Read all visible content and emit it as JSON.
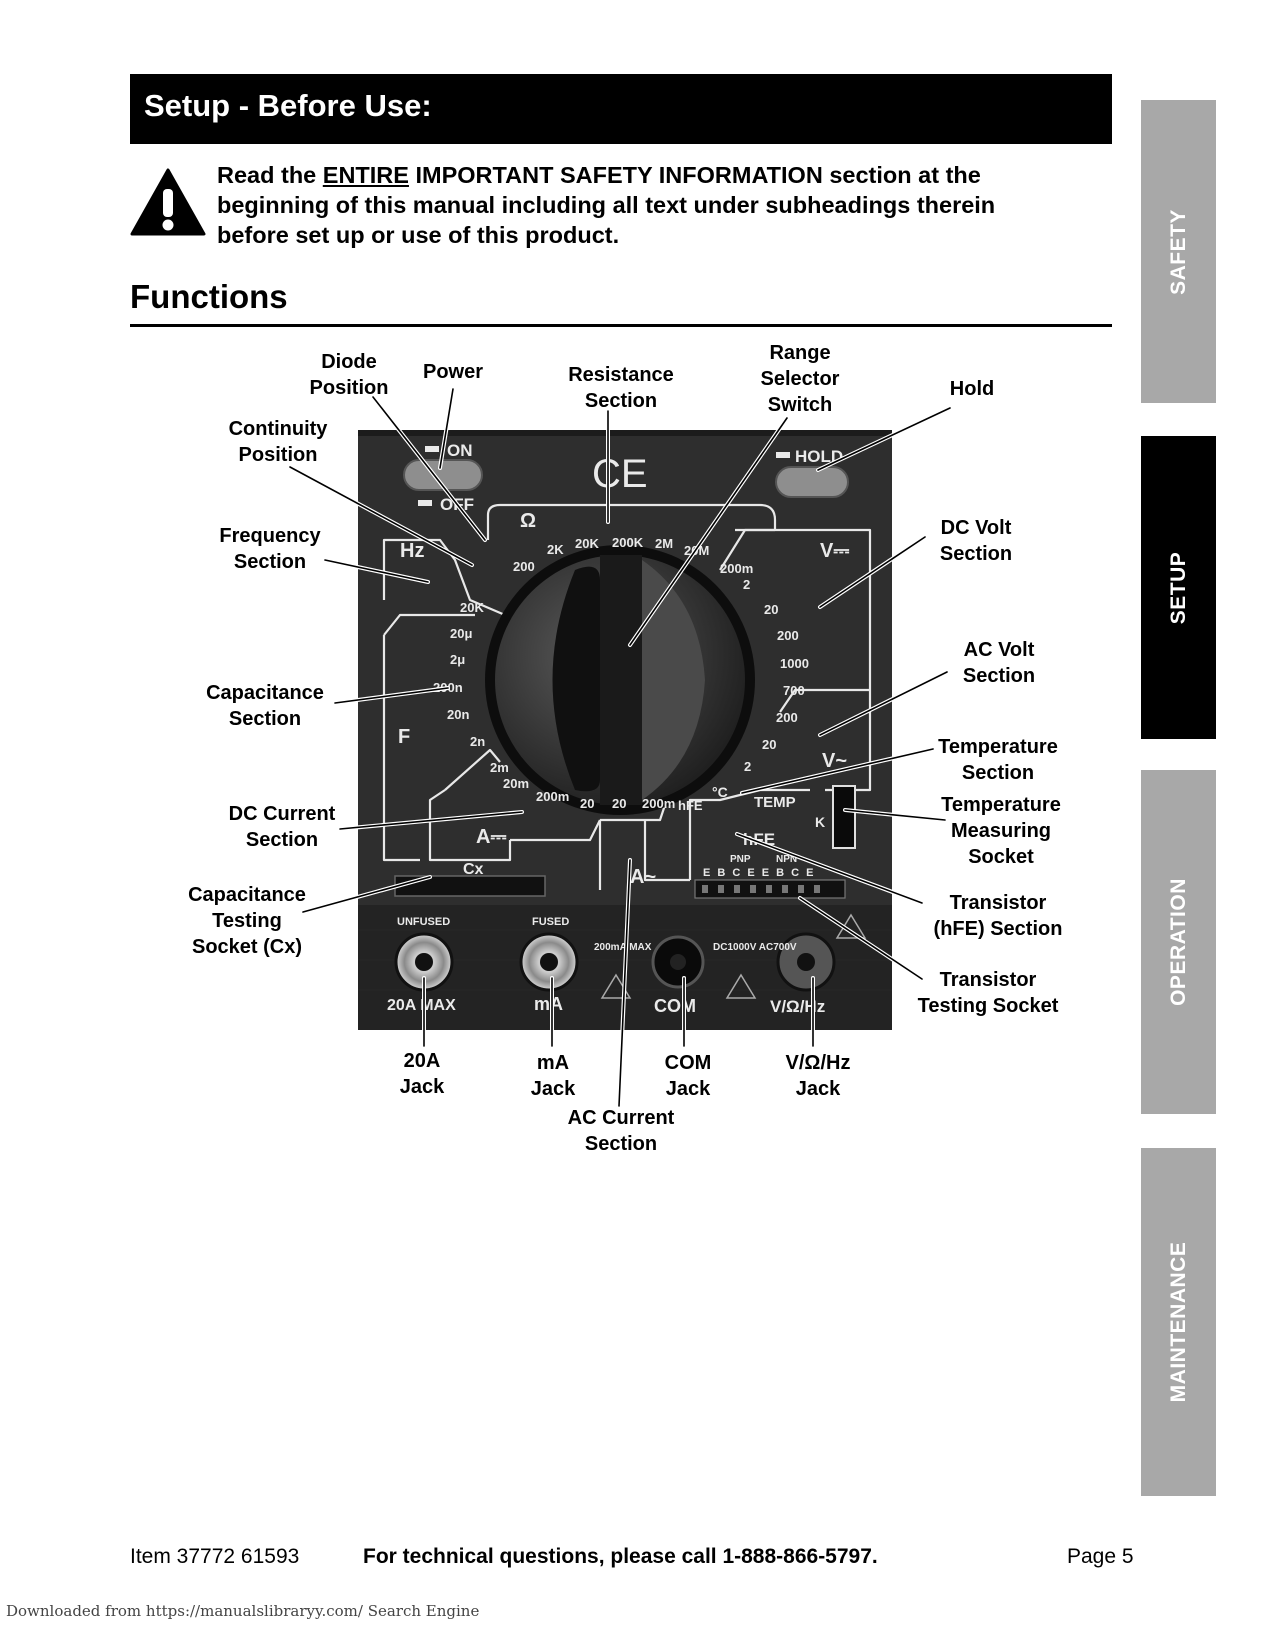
{
  "section_title": "Setup - Before Use:",
  "warning": {
    "pre": "Read the ",
    "underlined": "ENTIRE",
    "post": " IMPORTANT SAFETY INFORMATION section at the beginning of this manual including all text under subheadings therein before set up or use of this product.",
    "icon": "warning-triangle-icon"
  },
  "functions_heading": "Functions",
  "callouts": {
    "diode": [
      "Diode",
      "Position"
    ],
    "power": [
      "Power"
    ],
    "resistance": [
      "Resistance",
      "Section"
    ],
    "range": [
      "Range",
      "Selector",
      "Switch"
    ],
    "hold": [
      "Hold"
    ],
    "continuity": [
      "Continuity",
      "Position"
    ],
    "frequency": [
      "Frequency",
      "Section"
    ],
    "dcvolt": [
      "DC Volt",
      "Section"
    ],
    "acvolt": [
      "AC Volt",
      "Section"
    ],
    "capacitance": [
      "Capacitance",
      "Section"
    ],
    "temperature": [
      "Temperature",
      "Section"
    ],
    "tempsocket": [
      "Temperature",
      "Measuring",
      "Socket"
    ],
    "dccurrent": [
      "DC Current",
      "Section"
    ],
    "transistor": [
      "Transistor",
      "(hFE) Section"
    ],
    "captest": [
      "Capacitance",
      "Testing",
      "Socket (Cx)"
    ],
    "transocket": [
      "Transistor",
      "Testing Socket"
    ],
    "jack20a": [
      "20A",
      "Jack"
    ],
    "jackma": [
      "mA",
      "Jack"
    ],
    "jackcom": [
      "COM",
      "Jack"
    ],
    "jackv": [
      "V/Ω/Hz",
      "Jack"
    ],
    "accurrent": [
      "AC Current",
      "Section"
    ]
  },
  "meter": {
    "on": "ON",
    "off": "OFF",
    "hold": "HOLD",
    "ce": "CE",
    "hz": "Hz",
    "ohm": "Ω",
    "vdc": "V⎓",
    "vac": "V~",
    "farad": "F",
    "adc": "A⎓",
    "aac": "A~",
    "cx": "Cx",
    "temp": "TEMP",
    "degc": "°C",
    "hfe": "hFE",
    "hfe_label": "hFE",
    "k": "K",
    "pnp": "PNP",
    "npn": "NPN",
    "pins": "E B C E E B C E",
    "ohm_ranges": [
      "200",
      "2K",
      "20K",
      "200K",
      "2M",
      "20M"
    ],
    "hz_range": "20K",
    "cap_ranges": [
      "20μ",
      "2μ",
      "200n",
      "20n",
      "2n"
    ],
    "dca_ranges": [
      "2m",
      "20m",
      "200m",
      "20"
    ],
    "aca_ranges": [
      "20",
      "200m"
    ],
    "dcv_ranges": [
      "200m",
      "2",
      "20",
      "200",
      "1000"
    ],
    "acv_ranges": [
      "700",
      "200",
      "20",
      "2"
    ],
    "unfused": "UNFUSED",
    "fused": "FUSED",
    "amax": "20A MAX",
    "ma": "mA",
    "ma_max": "200mA MAX",
    "com": "COM",
    "vmax": "DC1000V AC700V",
    "vohmhz": "V/Ω/Hz"
  },
  "tabs": [
    "SAFETY",
    "SETUP",
    "OPERATION",
    "MAINTENANCE"
  ],
  "footer": {
    "item": "Item 37772 61593",
    "tech": "For technical questions, please call 1-888-866-5797.",
    "page": "Page 5"
  },
  "watermark": "Downloaded from https://manualslibraryy.com/ Search Engine"
}
